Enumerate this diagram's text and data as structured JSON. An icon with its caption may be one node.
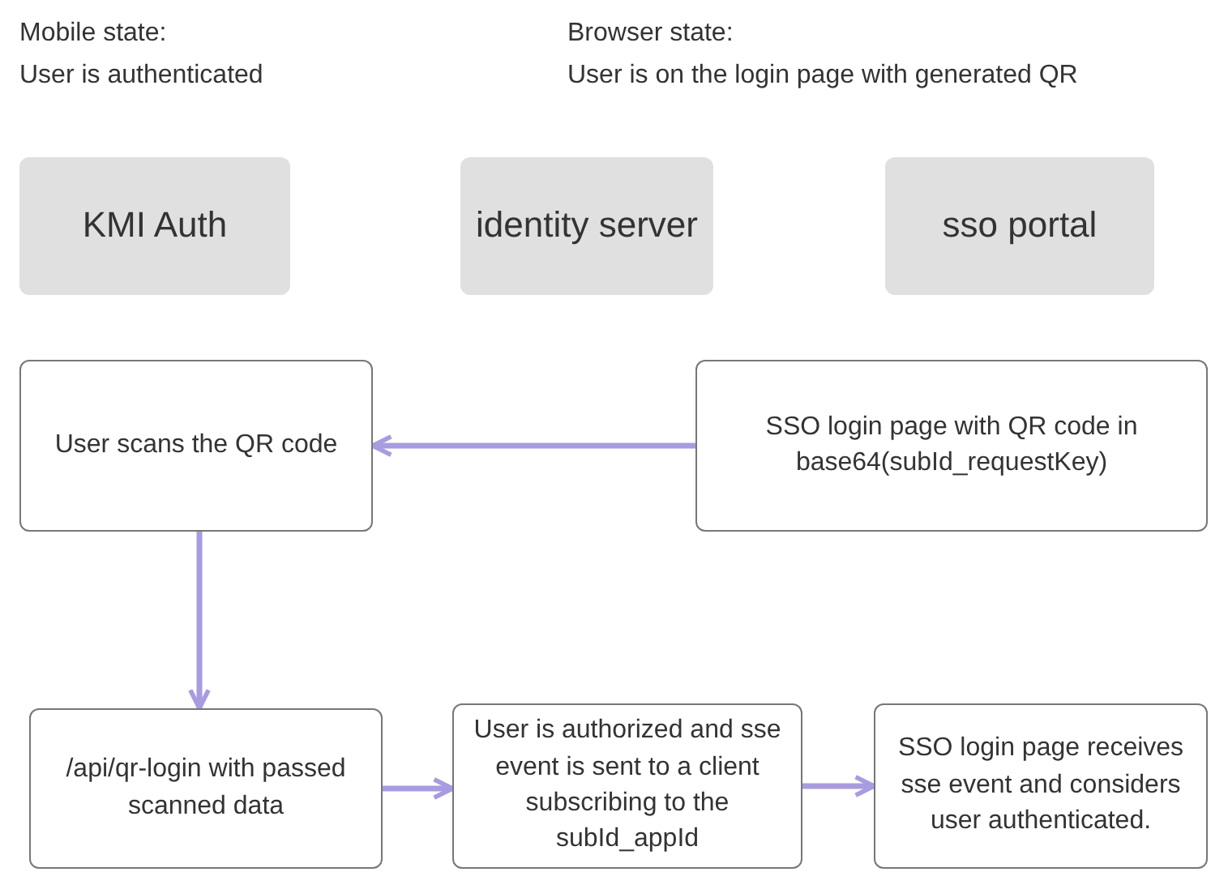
{
  "diagram": {
    "nodes": [
      {
        "text": [
          "KMI Auth"
        ]
      },
      {
        "text": [
          "identity server"
        ]
      },
      {
        "text": [
          "sso portal"
        ]
      },
      {
        "text": [
          "User scans the QR code"
        ]
      },
      {
        "text": [
          "SSO login page with QR code in base64(subId_requestKey)"
        ]
      },
      {
        "text": [
          "/api/qr-login with passed scanned data"
        ]
      },
      {
        "text": [
          "User is authorized and sse event is sent to a client subscribing to the subId_appId"
        ]
      },
      {
        "text": [
          "SSO login page receives sse event and considers user authenticated."
        ]
      }
    ],
    "edges": [
      {
        "from": 4,
        "to": 3,
        "arrow": "to"
      },
      {
        "from": 3,
        "to": 5,
        "arrow": "to"
      },
      {
        "from": 5,
        "to": 6,
        "arrow": "to"
      },
      {
        "from": 6,
        "to": 7,
        "arrow": "to"
      }
    ],
    "labels": [
      "Mobile state:",
      "User is authenticated",
      "Browser state:",
      "User is on the login page with generated QR"
    ]
  }
}
